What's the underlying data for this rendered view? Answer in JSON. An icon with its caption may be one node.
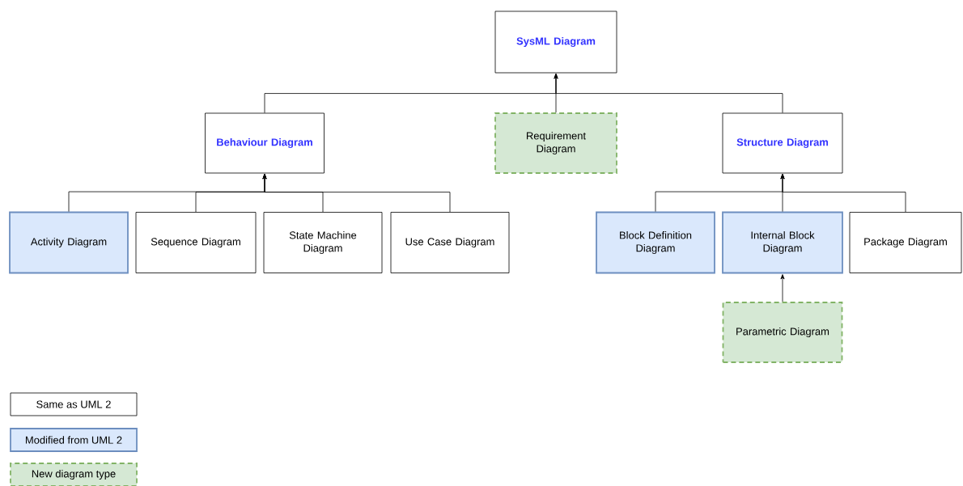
{
  "diagram": {
    "nodes": [
      {
        "text": [
          "SysML Diagram"
        ]
      },
      {
        "text": [
          "Behaviour Diagram"
        ]
      },
      {
        "text": [
          "Requirement Diagram"
        ]
      },
      {
        "text": [
          "Structure Diagram"
        ]
      },
      {
        "text": [
          "Activity Diagram"
        ]
      },
      {
        "text": [
          "Sequence Diagram"
        ]
      },
      {
        "text": [
          "State Machine Diagram"
        ]
      },
      {
        "text": [
          "Use Case Diagram"
        ]
      },
      {
        "text": [
          "Block Definition Diagram"
        ]
      },
      {
        "text": [
          "Internal Block Diagram"
        ]
      },
      {
        "text": [
          "Package Diagram"
        ]
      },
      {
        "text": [
          "Parametric Diagram"
        ]
      }
    ],
    "edges": [
      {
        "from": 1,
        "to": 0,
        "arrow": "to"
      },
      {
        "from": 2,
        "to": 0,
        "arrow": "to"
      },
      {
        "from": 3,
        "to": 0,
        "arrow": "to"
      },
      {
        "from": 4,
        "to": 1,
        "arrow": "to"
      },
      {
        "from": 5,
        "to": 1,
        "arrow": "to"
      },
      {
        "from": 6,
        "to": 1,
        "arrow": "to"
      },
      {
        "from": 7,
        "to": 1,
        "arrow": "to"
      },
      {
        "from": 8,
        "to": 3,
        "arrow": "to"
      },
      {
        "from": 9,
        "to": 3,
        "arrow": "to"
      },
      {
        "from": 10,
        "to": 3,
        "arrow": "to"
      },
      {
        "from": 11,
        "to": 9,
        "arrow": "to"
      }
    ],
    "legend": [
      {
        "text": "Same as UML 2"
      },
      {
        "text": "Modified from UML 2",
        "color": "#dae8fc"
      },
      {
        "text": "New diagram type",
        "color": "#d5e8d4"
      }
    ]
  }
}
